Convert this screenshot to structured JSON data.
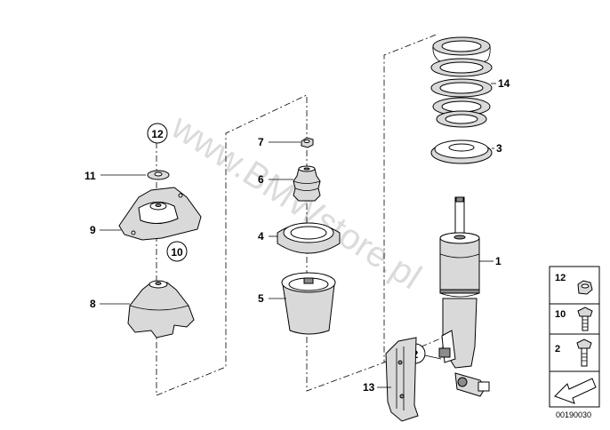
{
  "diagram": {
    "watermark": "www.BMWstore.pl",
    "diagram_code": "00190030",
    "callouts": {
      "c1": "1",
      "c2": "2",
      "c3": "3",
      "c4": "4",
      "c5": "5",
      "c6": "6",
      "c7": "7",
      "c8": "8",
      "c9": "9",
      "c10": "10",
      "c11": "11",
      "c12": "12",
      "c13": "13",
      "c14": "14"
    },
    "legend": {
      "row1": "12",
      "row2": "10",
      "row3": "2"
    }
  }
}
